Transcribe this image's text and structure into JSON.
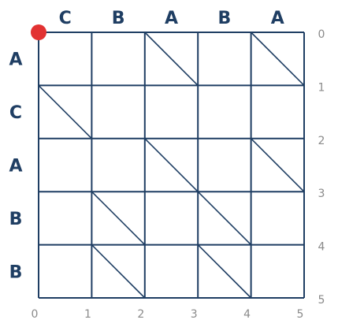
{
  "top_sequence": [
    "C",
    "B",
    "A",
    "B",
    "A"
  ],
  "left_sequence": [
    "A",
    "C",
    "A",
    "B",
    "B"
  ],
  "right_axis_numbers": [
    "0",
    "1",
    "2",
    "3",
    "4",
    "5"
  ],
  "bottom_axis_numbers": [
    "0",
    "1",
    "2",
    "3",
    "4",
    "5"
  ],
  "diagonal_cells": [
    {
      "row": 0,
      "col": 2
    },
    {
      "row": 0,
      "col": 4
    },
    {
      "row": 1,
      "col": 0
    },
    {
      "row": 2,
      "col": 2
    },
    {
      "row": 2,
      "col": 4
    },
    {
      "row": 3,
      "col": 1
    },
    {
      "row": 3,
      "col": 3
    },
    {
      "row": 4,
      "col": 1
    },
    {
      "row": 4,
      "col": 3
    }
  ],
  "colors": {
    "grid": "#1f3e63",
    "letters": "#1f3e63",
    "axis_numbers": "#8a8a8a",
    "start_marker": "#e23232"
  },
  "start_marker": {
    "row": 0,
    "col": 0
  }
}
